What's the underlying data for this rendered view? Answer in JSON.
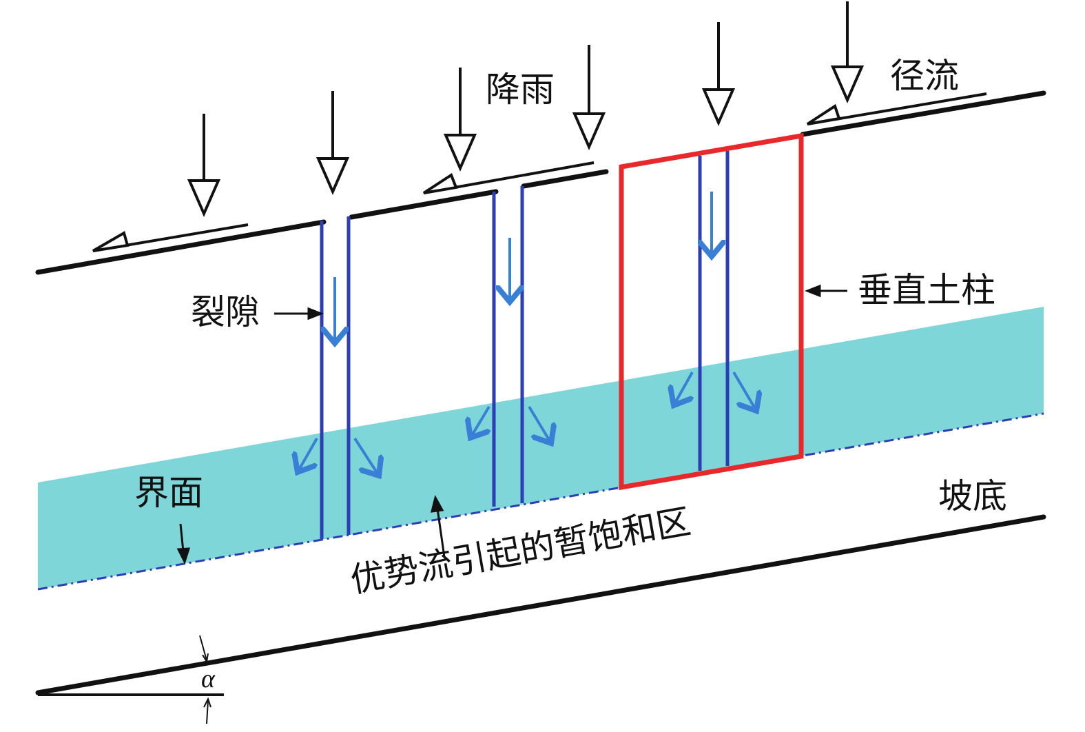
{
  "labels": {
    "rainfall": "降雨",
    "runoff": "径流",
    "crack": "裂隙",
    "soil_column": "垂直土柱",
    "interface": "界面",
    "slope_bottom": "坡底",
    "saturated_zone": "优势流引起的暂饱和区",
    "angle": "α"
  },
  "colors": {
    "saturated_zone_fill": "#7fd6d8",
    "crack_lines": "#2b3eb5",
    "flow_arrows": "#3a7fd6",
    "soil_column_outline": "#e8282a",
    "lines": "#111111"
  },
  "icons": {
    "rainfall_arrow": "down-arrow-hollow-head-icon",
    "runoff_arrow": "left-arrow-half-head-icon",
    "flow_arrow": "down-arrow-icon"
  }
}
